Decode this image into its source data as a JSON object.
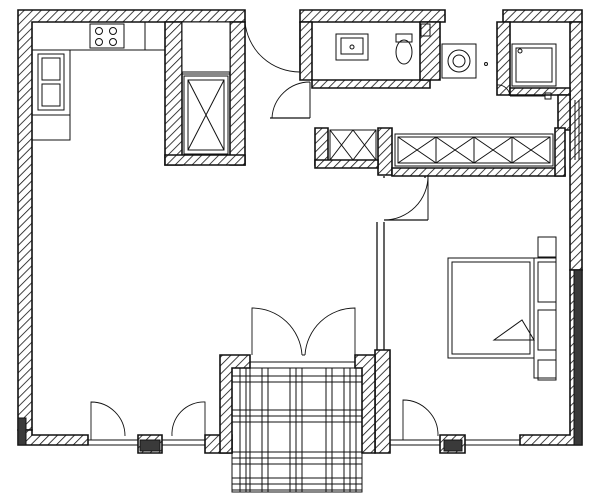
{
  "plan": {
    "colors": {
      "line": "#111111",
      "background": "#ffffff",
      "wall_dark": "#3a3a3a"
    },
    "rooms": [
      "kitchen-living",
      "storage",
      "corridor",
      "bathroom",
      "laundry",
      "shower",
      "wardrobe",
      "bedroom",
      "balcony"
    ]
  }
}
